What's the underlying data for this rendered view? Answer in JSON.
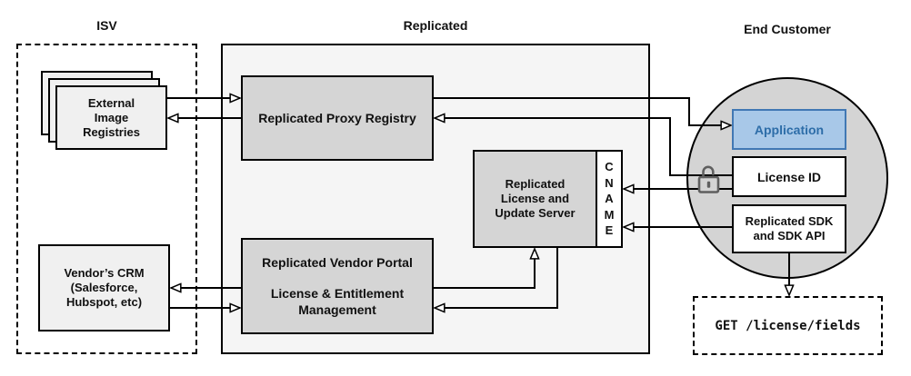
{
  "diagram": {
    "sections": {
      "isv": {
        "label": "ISV"
      },
      "replicated": {
        "label": "Replicated"
      },
      "end_customer": {
        "label": "End Customer"
      }
    },
    "nodes": {
      "external_registries": {
        "lines": [
          "External",
          "Image",
          "Registries"
        ]
      },
      "vendors_crm": {
        "lines": [
          "Vendor’s CRM",
          "(Salesforce,",
          "Hubspot, etc)"
        ]
      },
      "proxy_registry": {
        "label": "Replicated Proxy Registry"
      },
      "vendor_portal": {
        "title": "Replicated Vendor Portal",
        "subtitle_lines": [
          "License & Entitlement",
          "Management"
        ]
      },
      "license_update_server": {
        "lines": [
          "Replicated",
          "License and",
          "Update Server"
        ]
      },
      "cname": {
        "letters": [
          "C",
          "N",
          "A",
          "M",
          "E"
        ]
      },
      "application": {
        "label": "Application"
      },
      "license_id": {
        "label": "License ID"
      },
      "replicated_sdk": {
        "lines": [
          "Replicated SDK",
          "and SDK API"
        ]
      },
      "get_endpoint": {
        "label": "GET /license/fields"
      }
    },
    "icons": {
      "lock": "unlocked-padlock-icon"
    },
    "colors": {
      "application_fill": "#a8c8e8",
      "application_border": "#4178b4",
      "application_text": "#2d6da8",
      "node_gray": "#d5d5d5",
      "container_gray": "#f5f5f5",
      "light_gray": "#f0f0f0",
      "circle_gray": "#d4d4d4",
      "line_black": "#000000"
    }
  }
}
